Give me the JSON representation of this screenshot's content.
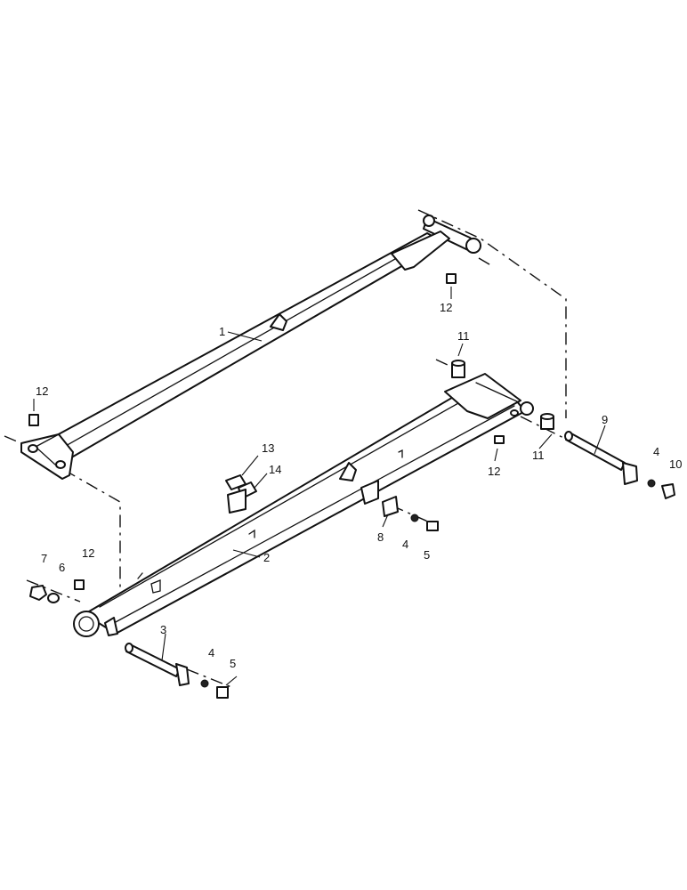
{
  "callouts": [
    {
      "id": "c1",
      "text": "1"
    },
    {
      "id": "c2",
      "text": "2"
    },
    {
      "id": "c3",
      "text": "3"
    },
    {
      "id": "c4a",
      "text": "4"
    },
    {
      "id": "c4b",
      "text": "4"
    },
    {
      "id": "c4c",
      "text": "4"
    },
    {
      "id": "c5a",
      "text": "5"
    },
    {
      "id": "c5b",
      "text": "5"
    },
    {
      "id": "c6",
      "text": "6"
    },
    {
      "id": "c7",
      "text": "7"
    },
    {
      "id": "c8",
      "text": "8"
    },
    {
      "id": "c9",
      "text": "9"
    },
    {
      "id": "c10",
      "text": "10"
    },
    {
      "id": "c11a",
      "text": "11"
    },
    {
      "id": "c11b",
      "text": "11"
    },
    {
      "id": "c12a",
      "text": "12"
    },
    {
      "id": "c12b",
      "text": "12"
    },
    {
      "id": "c12c",
      "text": "12"
    },
    {
      "id": "c12d",
      "text": "12"
    },
    {
      "id": "c13",
      "text": "13"
    },
    {
      "id": "c14",
      "text": "14"
    }
  ],
  "colors": {
    "line": "#111111",
    "background": "#ffffff"
  }
}
